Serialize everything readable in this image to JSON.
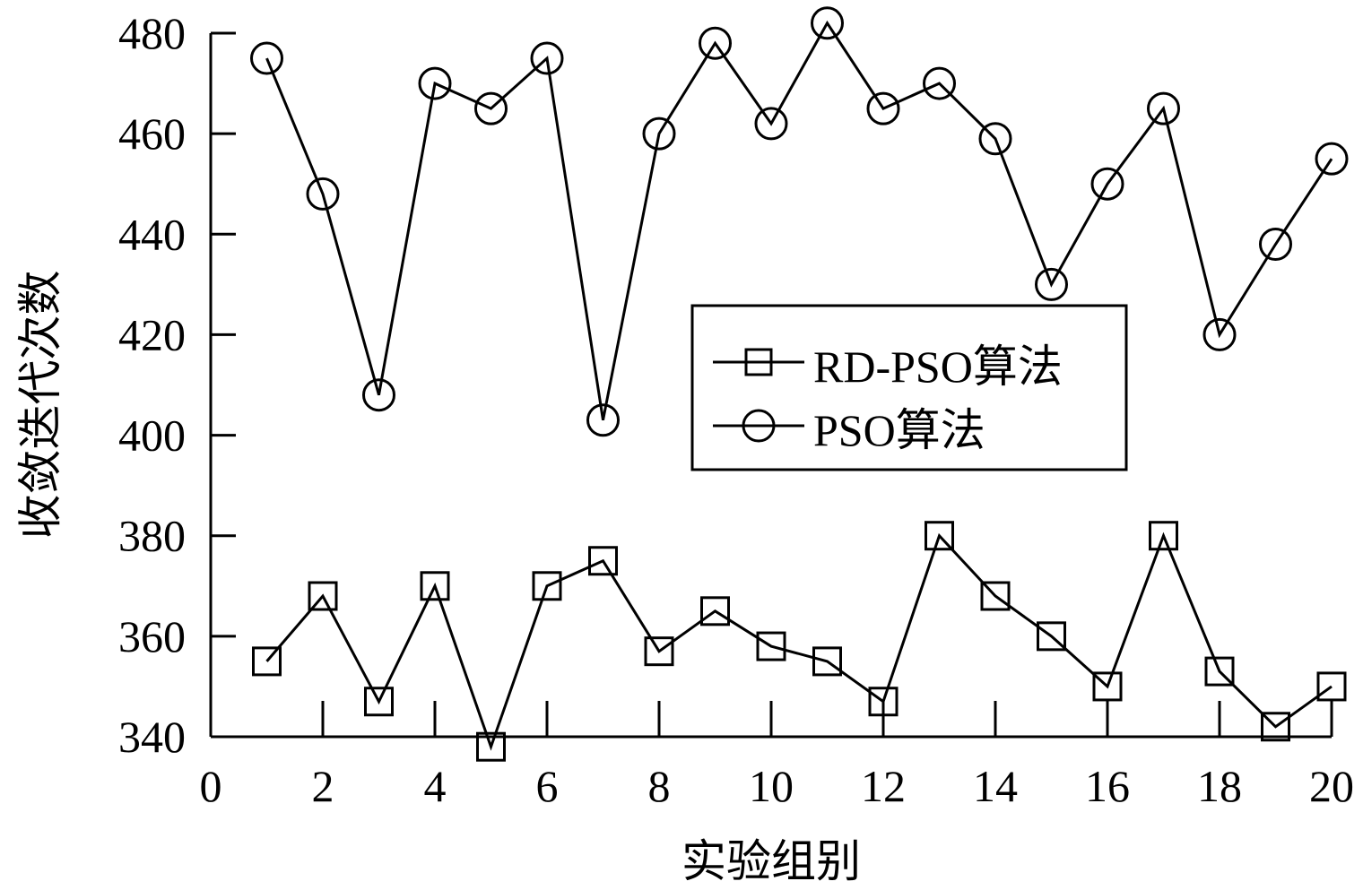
{
  "chart_data": {
    "type": "line",
    "title": "",
    "xlabel": "实验组别",
    "ylabel": "收敛迭代次数",
    "xlim": [
      0,
      20
    ],
    "ylim": [
      340,
      480
    ],
    "xticks": [
      0,
      2,
      4,
      6,
      8,
      10,
      12,
      14,
      16,
      18,
      20
    ],
    "yticks": [
      340,
      360,
      380,
      400,
      420,
      440,
      460,
      480
    ],
    "grid": false,
    "legend_position": "center-right",
    "x": [
      1,
      2,
      3,
      4,
      5,
      6,
      7,
      8,
      9,
      10,
      11,
      12,
      13,
      14,
      15,
      16,
      17,
      18,
      19,
      20
    ],
    "series": [
      {
        "name": "RD-PSO算法",
        "marker": "square",
        "color": "#000000",
        "values": [
          355,
          368,
          347,
          370,
          338,
          370,
          375,
          357,
          365,
          358,
          355,
          347,
          380,
          368,
          360,
          350,
          380,
          353,
          342,
          350
        ]
      },
      {
        "name": "PSO算法",
        "marker": "circle",
        "color": "#000000",
        "values": [
          475,
          448,
          408,
          470,
          465,
          475,
          403,
          460,
          478,
          462,
          482,
          465,
          470,
          459,
          430,
          450,
          465,
          420,
          438,
          455
        ]
      }
    ]
  }
}
